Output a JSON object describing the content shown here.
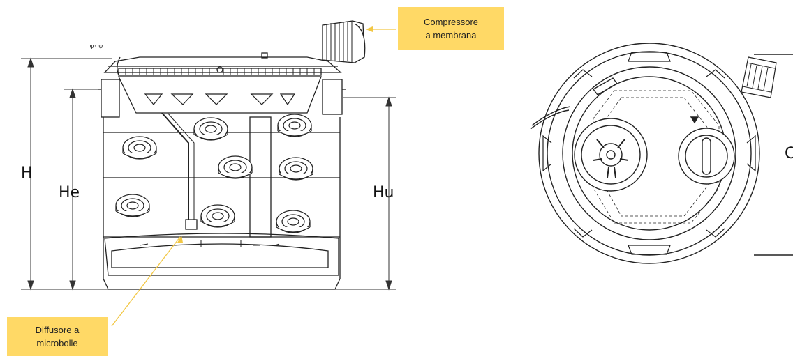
{
  "callouts": {
    "compressor": {
      "line1": "Compressore",
      "line2": "a membrana"
    },
    "diffuser": {
      "line1": "Diffusore a",
      "line2": "microbolle"
    }
  },
  "dimensions": {
    "total_height": "H",
    "inlet_height": "He",
    "outlet_height": "Hu",
    "diameter_partial": "C"
  },
  "annotations": {
    "scribble": "ψ· ψ"
  },
  "colors": {
    "callout_fill": "#FFD966",
    "leader": "#F2C744",
    "line": "#222222"
  }
}
